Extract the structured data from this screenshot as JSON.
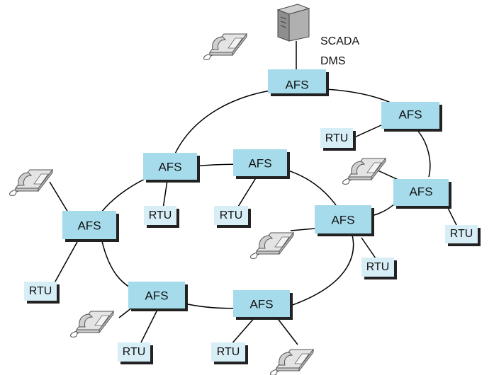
{
  "diagram": {
    "server_label_line1": "SCADA",
    "server_label_line2": "DMS",
    "afs_label": "AFS",
    "rtu_label": "RTU"
  },
  "colors": {
    "node_fill": "#a6dbeb",
    "node_shadow": "#2a2a2a",
    "line": "#000000",
    "server": "#8a8a8a",
    "phone": "#d9d9d9"
  },
  "icons": [
    "server-icon",
    "telephone-icon"
  ]
}
